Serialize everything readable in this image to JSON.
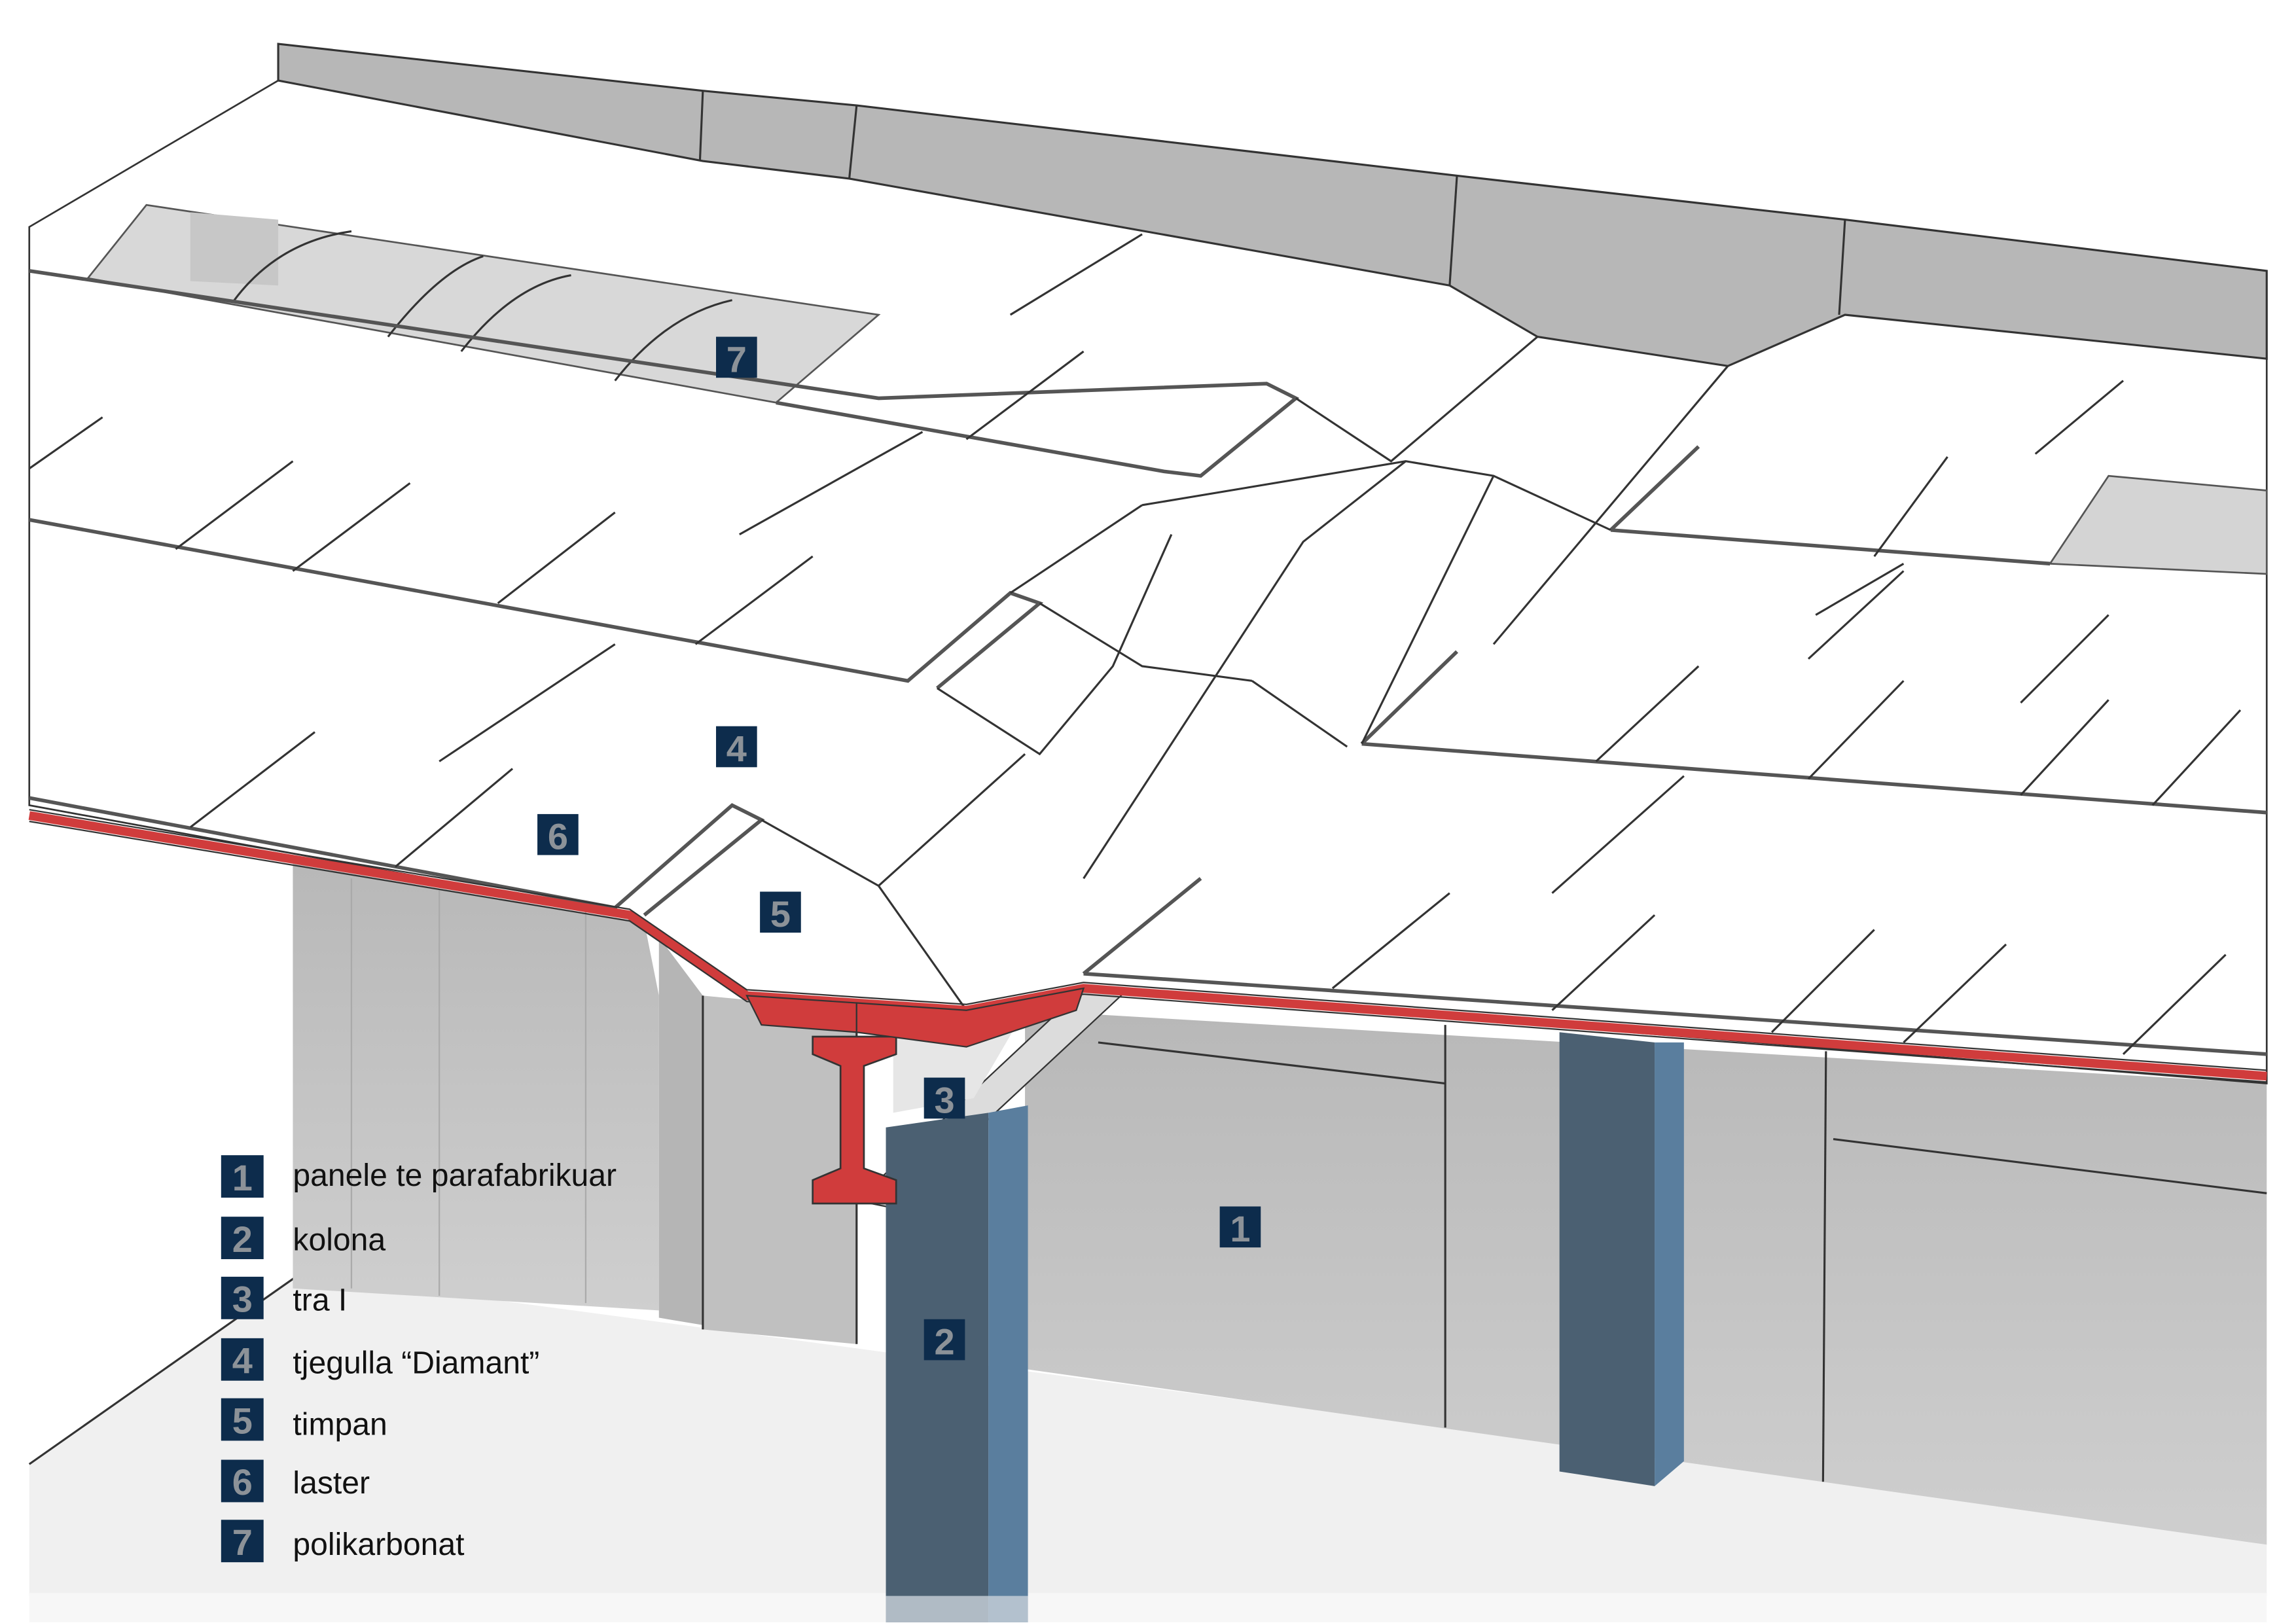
{
  "diagram": {
    "callouts": [
      {
        "number": "1",
        "target": "wall-panel"
      },
      {
        "number": "2",
        "target": "column"
      },
      {
        "number": "3",
        "target": "i-beam"
      },
      {
        "number": "4",
        "target": "roof-tile"
      },
      {
        "number": "5",
        "target": "gable"
      },
      {
        "number": "6",
        "target": "purlin"
      },
      {
        "number": "7",
        "target": "polycarbonate-skylight"
      }
    ],
    "colors": {
      "tag": "#0d2c4c",
      "tag_text": "#8c9298",
      "beam": "#d03c3c",
      "column": "#4b6072",
      "column_side": "#5a7e9e"
    }
  },
  "legend": {
    "items": [
      {
        "number": "1",
        "label": "panele te parafabrikuar"
      },
      {
        "number": "2",
        "label": "kolona"
      },
      {
        "number": "3",
        "label": "tra I"
      },
      {
        "number": "4",
        "label": "tjegulla “Diamant”"
      },
      {
        "number": "5",
        "label": "timpan"
      },
      {
        "number": "6",
        "label": "laster"
      },
      {
        "number": "7",
        "label": "polikarbonat"
      }
    ]
  }
}
